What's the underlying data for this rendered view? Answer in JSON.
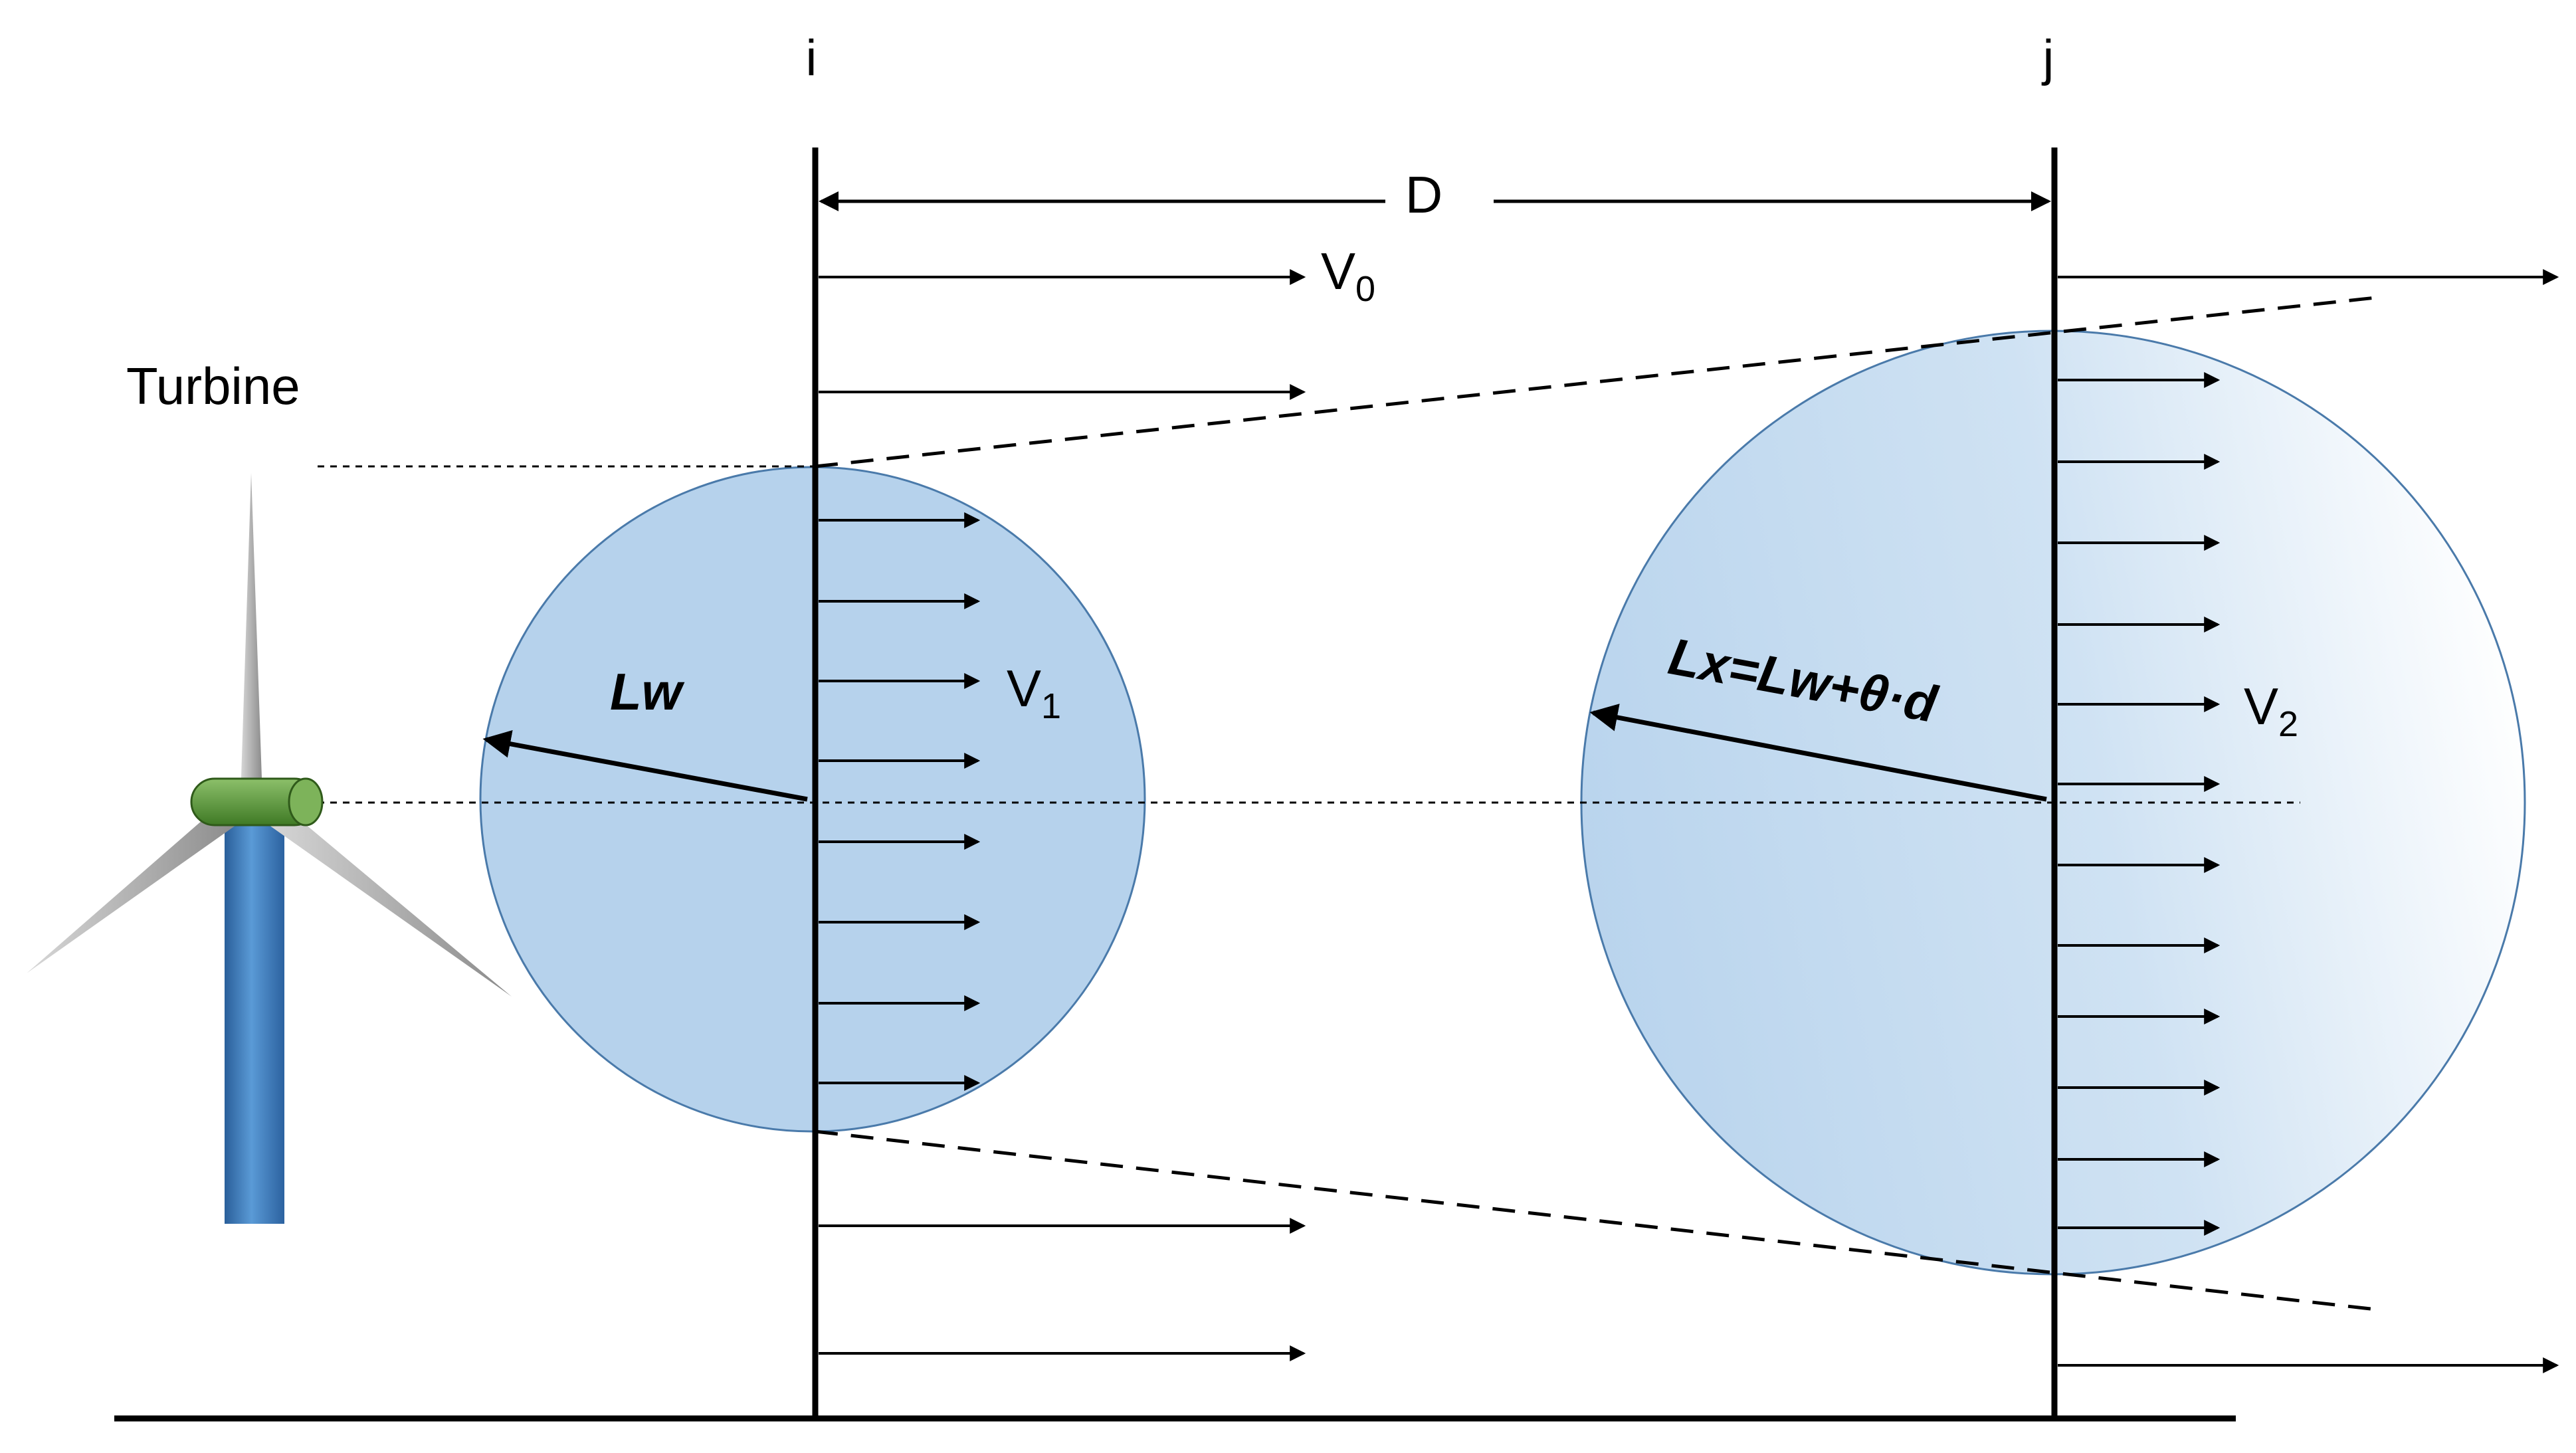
{
  "labels": {
    "section_i": "i",
    "section_j": "j",
    "distance": "D",
    "turbine": "Turbine",
    "lw": "Lw",
    "lx_formula": "Lx=Lw+θ·d",
    "v0_base": "V",
    "v0_sub": "0",
    "v1_base": "V",
    "v1_sub": "1",
    "v2_base": "V",
    "v2_sub": "2"
  },
  "colors": {
    "wake_circle_i": "#b6d2ec",
    "wake_circle_j_edge": "#bcd6ee",
    "wake_circle_j_light": "#ffffff",
    "circle_stroke": "#3f6f9f",
    "tower": "#3f7fc0",
    "nacelle": "#5a9a3a",
    "blade": "#a8a8a8",
    "line": "#000000"
  },
  "icons": {
    "turbine": "wind-turbine-icon"
  }
}
